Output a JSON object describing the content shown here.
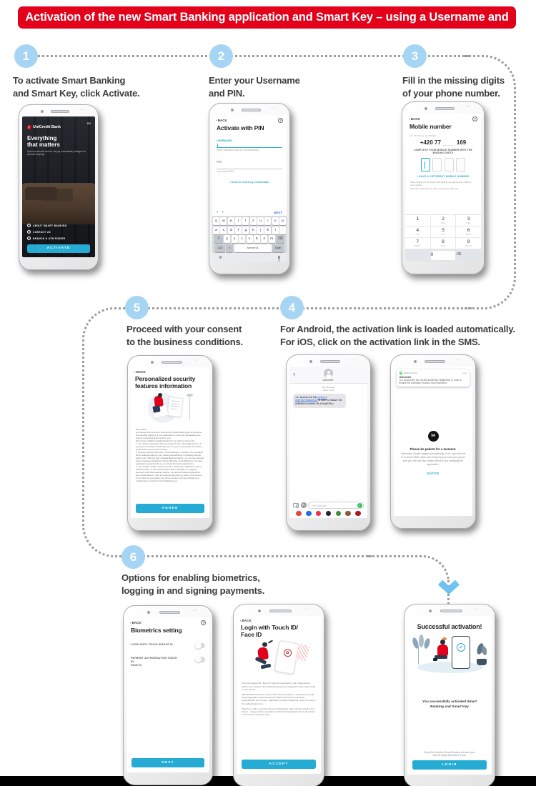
{
  "header": {
    "title": "Activation of the new Smart Banking application and Smart Key – using a Username and PIN"
  },
  "colors": {
    "brand_red": "#E2001A",
    "accent_cyan": "#26ACD4",
    "step_circle_blue": "#A5D5F2",
    "arrow_blue": "#6FC3EE",
    "dotted_gray": "#9D9D9C"
  },
  "ui": {
    "back": "BACK",
    "help": "?"
  },
  "steps": {
    "s1": {
      "num": "1",
      "text": "To activate Smart Banking\nand Smart Key, click Activate."
    },
    "s2": {
      "num": "2",
      "text": "Enter your Username\nand PIN."
    },
    "s3": {
      "num": "3",
      "text": "Fill in the missing digits\nof your phone number."
    },
    "s4": {
      "num": "4",
      "text": "For Android, the activation link is loaded automatically.\nFor iOS, click on the activation link in the SMS."
    },
    "s5": {
      "num": "5",
      "text": "Proceed with your consent\nto the business conditions."
    },
    "s6": {
      "num": "6",
      "text": "Options for enabling biometrics,\nlogging in and signing payments."
    }
  },
  "welcome": {
    "lang": "EN",
    "brand": "UniCredit Bank",
    "headline": "Everything\nthat matters",
    "sub": "Open an account and do not pay unnecessary charges for account keeping!",
    "menu": [
      {
        "label": "ABOUT SMART BANKING"
      },
      {
        "label": "CONTACT US"
      },
      {
        "label": "BRANCH & ATM FINDER"
      }
    ],
    "button": "ACTIVATE"
  },
  "activate_pin": {
    "title": "Activate with PIN",
    "username_label": "USERNAME",
    "username_helper": "Same Username used for Online Banking",
    "pin_label": "PIN",
    "pin_helper": "Your chosen PIN",
    "reset_link": "I need to reset my credentials",
    "keyboard": {
      "arrows": "‹  ›",
      "next": "NEXT",
      "row1": "q w e r t z u i o p",
      "row2": "a s d f g h j k l ´",
      "row3": "y x c v b n m",
      "shift": "⇧",
      "backspace": "⌫",
      "num": "123",
      "emoji": "☺",
      "space": "Mezerník",
      "enter": "Dále"
    }
  },
  "mobile_number": {
    "title": "Mobile number",
    "label": "MY MOBILE NUMBER",
    "prefix": "+420  77",
    "suffix": "169",
    "instruction": "COMPLETE YOUR MOBILE NUMBER WITH THE\nMISSING DIGITS",
    "link": "I HAVE A DIFFERENT MOBILE NUMBER",
    "note": "After clicking on the button VALIDATE, we will send an SMS to your mobile.\nThis will verify that you have your phone with you.",
    "keypad": [
      {
        "d": "1",
        "l": ""
      },
      {
        "d": "2",
        "l": "ABC"
      },
      {
        "d": "3",
        "l": "DEF"
      },
      {
        "d": "4",
        "l": "GHI"
      },
      {
        "d": "5",
        "l": "JKL"
      },
      {
        "d": "6",
        "l": "MNO"
      },
      {
        "d": "7",
        "l": "PQRS"
      },
      {
        "d": "8",
        "l": "TUV"
      },
      {
        "d": "9",
        "l": "WXYZ"
      },
      {
        "d": "0",
        "l": ""
      }
    ],
    "backspace": "⌫"
  },
  "security_info": {
    "title": "Personalized security\nfeatures information",
    "body": "Dear Client,\nwe increase the security of internet and mobile banking and at the same time simplify logging in to our applications, confirming transactions and signing contractual documents for you.\nWe hereby establish a Digital Identity for you which is formed by:\n1. The unique Username, that you created in the onboarding process. If you have not defined a Username yet, use your existing User ID created by the bank or your phone number.\n2. Security method (Smart Key, Smart Banking + method). You can adjust all the data according to your needs while adhering to precisely defined safety rules. With the help of Digital Banking Identity, you can use selected internet banking applications (Online Banking, Smart Banking), and other applications supported by us, as well as third party applications.\n3. Your verified mobile number is used to send push notifications and, in selected cases, to send authorization SMS messages, for outgoing payments and other selected actions, via internet banking applications, and, if bank allows it, also for outgoing payments by card on the internet.\nIf you have not yet verified your phone number, we have defined your mobile phone number for Smart Banking as a",
    "button": "AGREE"
  },
  "sms": {
    "contact": "UniCredit ›",
    "meta": "Text Message\nToday 15:20",
    "bubble_pre": "<#> Access the link ",
    "bubble_link": "my.link.li 0087367763849441",
    "bubble_post": " in order to finalize the activation process. BLdOhqSDRcz",
    "input_placeholder": "Text Message",
    "send_icon": "↑"
  },
  "patient": {
    "notif_app": "MESSAGES",
    "notif_time": "now",
    "notif_sender": "UniCredit",
    "notif_text": "<#> Access the link my.link.li/0087367763849441 in order to finalize the activation process. BLdOhqSDRcz",
    "timer": "54",
    "headline": "Please be patient for a moment.",
    "body": "Verification should happen automatically. If not, open the link in received SMS, which will verify that you have your phone with you. We will also confirm that it is you activating the application.",
    "link": "ENTER"
  },
  "biometrics": {
    "title": "Biometrics setting",
    "toggles": [
      {
        "label": "LOGIN WITH TOUCH ID/FACE ID"
      },
      {
        "label": "PAYMENT AUTHORIZATION TOUCH ID/\nFACE ID"
      }
    ],
    "button": "NEXT"
  },
  "touch_id": {
    "title": "Login with Touch ID/\nFace ID",
    "p1": "Once the fingerprint / Face ID scanner is activated, your mobile device allows you to access Smart Banking using any fingerprint / face scan saved in your device.",
    "p2": "IMPORTANT: Please be aware that once this feature is activated, the login using fingerprint / Face ID scanner shall be deemed to constitute authentication by the user, regardless of whose fingerprint / Face ID used in the authentication it is.",
    "p3": "Therefore, make sure that only your fingerprints / Face ID are saved in the device – always delete potential unauthorized fingerprints / Face ID and do not let anyone add new ones.",
    "button": "ACCEPT"
  },
  "success": {
    "title": "Successful activation!",
    "message": "You successfully activated Smart\nBanking and Smart Key",
    "note": "Enjoy the benefits of Smart Banking and save your\ntime for things that matter to you!",
    "button": "LOGIN"
  }
}
